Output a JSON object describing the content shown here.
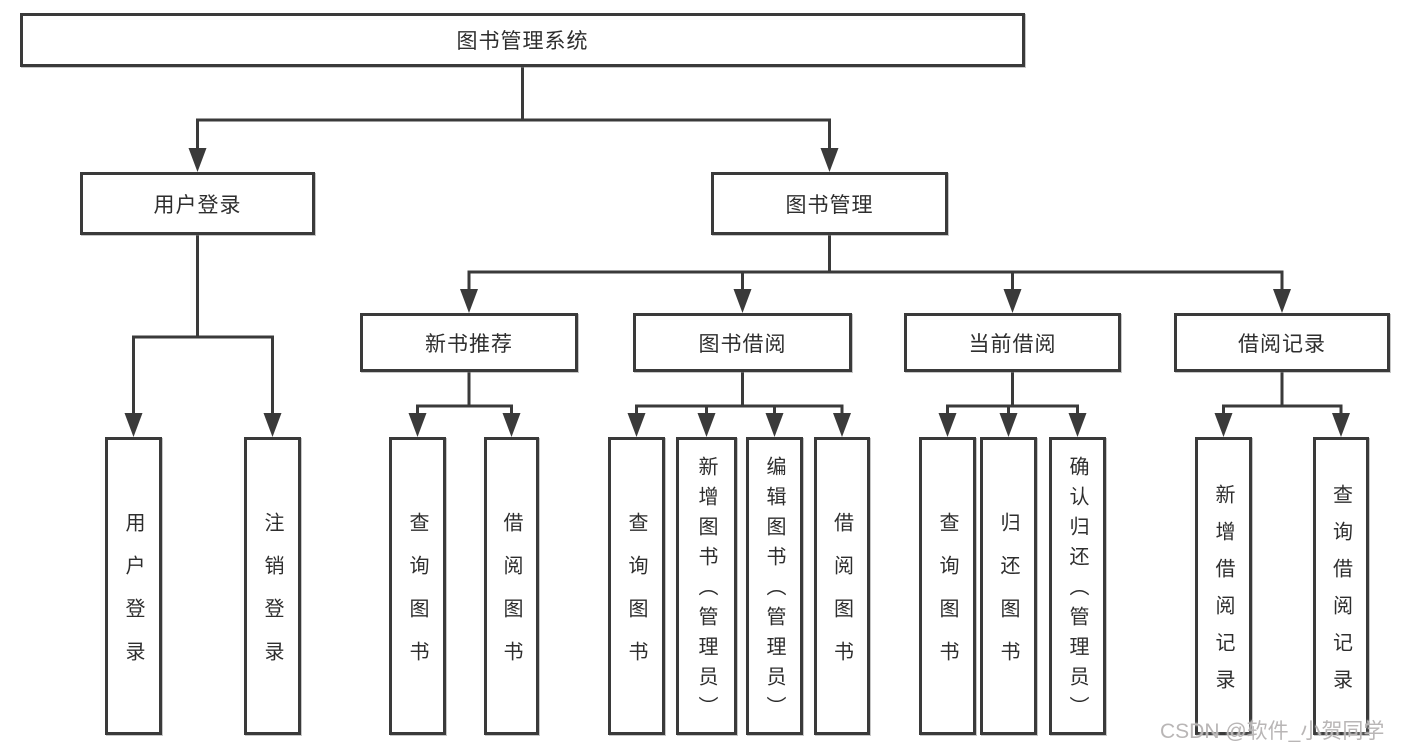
{
  "diagram_title": "图书管理系统",
  "tree": {
    "root": {
      "label": "图书管理系统",
      "children": [
        {
          "id": "user-login",
          "label": "用户登录",
          "children": [
            {
              "label": "用户登录"
            },
            {
              "label": "注销登录"
            }
          ]
        },
        {
          "id": "book-mgmt",
          "label": "图书管理",
          "children": [
            {
              "id": "new-book-rec",
              "label": "新书推荐",
              "children": [
                {
                  "label": "查询图书"
                },
                {
                  "label": "借阅图书"
                }
              ]
            },
            {
              "id": "book-borrow",
              "label": "图书借阅",
              "children": [
                {
                  "label": "查询图书"
                },
                {
                  "label": "新增图书（管理员）"
                },
                {
                  "label": "编辑图书（管理员）"
                },
                {
                  "label": "借阅图书"
                }
              ]
            },
            {
              "id": "current-borrow",
              "label": "当前借阅",
              "children": [
                {
                  "label": "查询图书"
                },
                {
                  "label": "归还图书"
                },
                {
                  "label": "确认归还（管理员）"
                }
              ]
            },
            {
              "id": "borrow-record",
              "label": "借阅记录",
              "children": [
                {
                  "label": "新增借阅记录"
                },
                {
                  "label": "查询借阅记录"
                }
              ]
            }
          ]
        }
      ]
    }
  },
  "watermark": {
    "text": "CSDN @软件_小贺同学"
  },
  "colors": {
    "line": "#3a3a3a",
    "box_border": "#3a3a3a",
    "text": "#2e2e2e",
    "background": "#ffffff",
    "watermark": "#b9b6b6"
  }
}
